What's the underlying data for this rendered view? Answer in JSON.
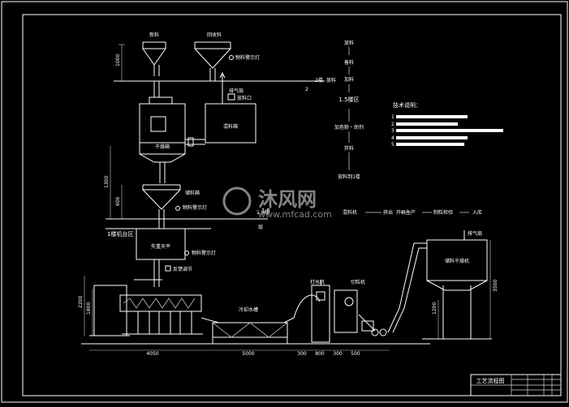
{
  "hoppers": {
    "new_material": "新料",
    "recycled_material": "回收料"
  },
  "labels": {
    "level_lamp_top": "物料警示灯",
    "exhaust_fan_mid": "排气扇",
    "feed_port": "放料口",
    "dryer": "干燥箱",
    "mixer": "混料箱",
    "storage_bin": "储料箱",
    "level_lamp_storage": "物料警示灯",
    "floor2": "2楼",
    "floor2_left": "2",
    "floor2_feed": "放料",
    "floor1_left": "1楼机台区",
    "weigher": "失重天平",
    "level_lamp_weigher": "物料警示灯",
    "feedback": "反馈调节",
    "cooling_tank": "冷却水槽",
    "puller": "打水机",
    "cutter": "切粒机",
    "pellet_dryer": "储料干燥机",
    "exhaust_fan_right": "排气扇",
    "floor15_1": "1.5",
    "floor15_2": "层"
  },
  "process_flow": {
    "steps": [
      "放料",
      "备料",
      "加料",
      "1.5楼区",
      "加色粉・助剂",
      "拌料",
      "放料到1楼"
    ],
    "row2_prefix": "1.5楼",
    "row2": [
      "混料机",
      "挤出",
      "开机生产",
      "制粒检验",
      "入库"
    ]
  },
  "tech_notes": {
    "title": "技术说明：",
    "items": [
      "1",
      "2",
      "3",
      "4",
      "5"
    ]
  },
  "dimensions": {
    "top_1000": "1000",
    "mid_1300": "1300",
    "mid_600": "600",
    "left_2200": "2200",
    "left_1800": "1800",
    "right_1200": "1200",
    "right_3500": "3500",
    "bottom": [
      "4050",
      "5000",
      "300",
      "800",
      "300",
      "500"
    ]
  },
  "title_block": {
    "title": "工艺流程图"
  },
  "watermark": {
    "text": "沐风网",
    "url": "www.mfcad.com"
  }
}
